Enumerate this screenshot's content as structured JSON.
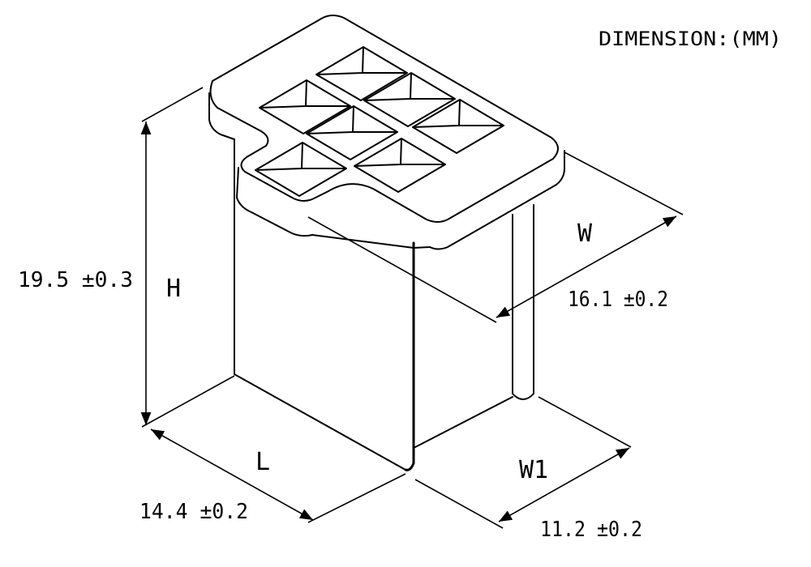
{
  "title": "DIMENSION:(MM)",
  "dimensions": {
    "height": {
      "symbol": "H",
      "value": "19.5 ±0.3"
    },
    "length": {
      "symbol": "L",
      "value": "14.4 ±0.2"
    },
    "width": {
      "symbol": "W",
      "value": "16.1 ±0.2"
    },
    "width1": {
      "symbol": "W1",
      "value": "11.2 ±0.2"
    }
  },
  "colors": {
    "line": "#000000",
    "background": "#ffffff"
  }
}
